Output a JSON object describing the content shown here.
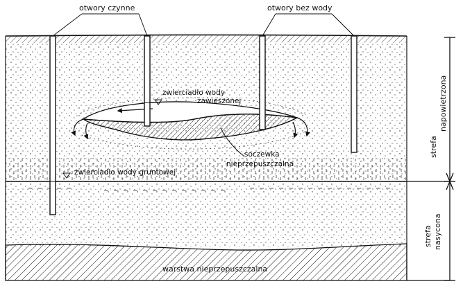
{
  "labels": {
    "active_wells": "otwory czynne",
    "dry_wells": "otwory bez wody",
    "perched_water_line1": "zwierciadło wody",
    "perched_water_line2": "zawieszonej",
    "lens_line1": "soczewka",
    "lens_line2": "nieprzepuszczalna",
    "groundwater_table": "zwierciadło wody gruntowej",
    "impermeable_layer": "warstwa nieprzepuszczalna"
  },
  "zones": {
    "aeration_line1": "strefa",
    "aeration_line2": "napowietrzona",
    "saturation_line1": "strefa",
    "saturation_line2": "nasycona"
  },
  "colors": {
    "ink": "#111111",
    "paper": "#ffffff"
  }
}
